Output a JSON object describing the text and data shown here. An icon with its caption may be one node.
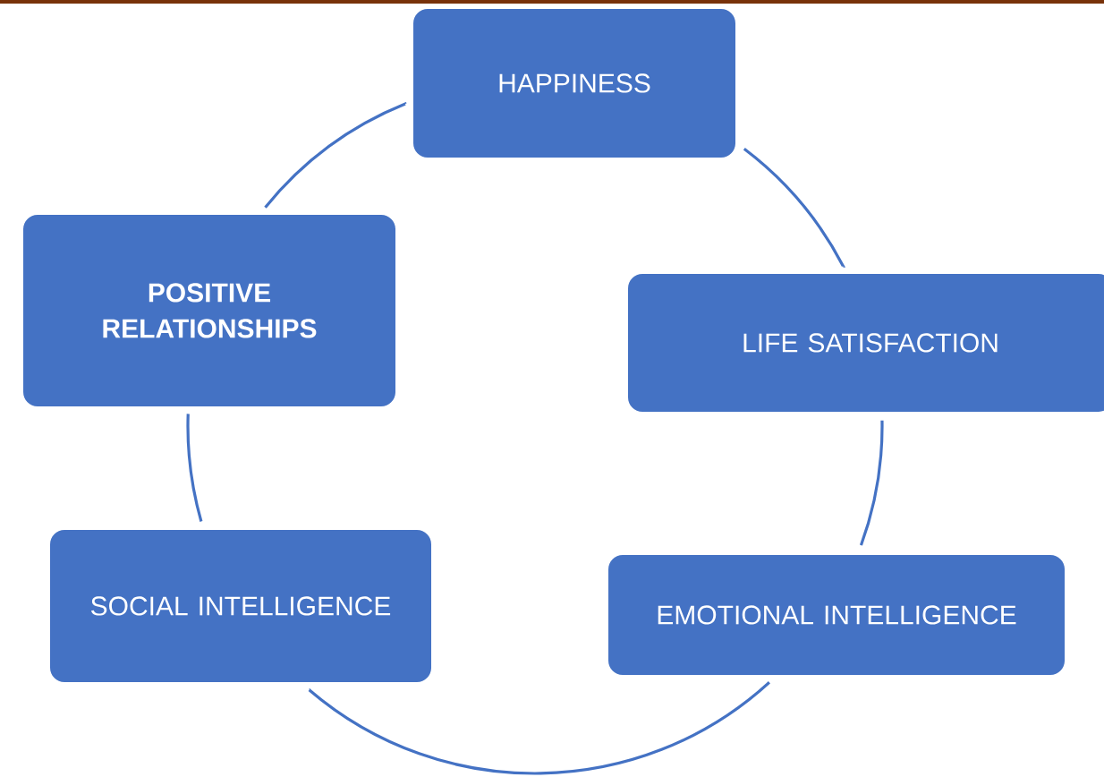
{
  "diagram": {
    "nodes": [
      {
        "text": [
          "HAPPINESS"
        ]
      },
      {
        "text": [
          "LIFE SATISFACTION"
        ]
      },
      {
        "text": [
          "EMOTIONAL INTELLIGENCE"
        ]
      },
      {
        "text": [
          "SOCIAL INTELLIGENCE"
        ]
      },
      {
        "text": [
          "POSITIVE RELATIONSHIPS"
        ]
      }
    ],
    "edges": [
      {
        "from": 0,
        "to": 1,
        "arrow": "none"
      },
      {
        "from": 1,
        "to": 2,
        "arrow": "none"
      },
      {
        "from": 2,
        "to": 3,
        "arrow": "none"
      },
      {
        "from": 3,
        "to": 4,
        "arrow": "none"
      },
      {
        "from": 4,
        "to": 0,
        "arrow": "none"
      }
    ]
  }
}
